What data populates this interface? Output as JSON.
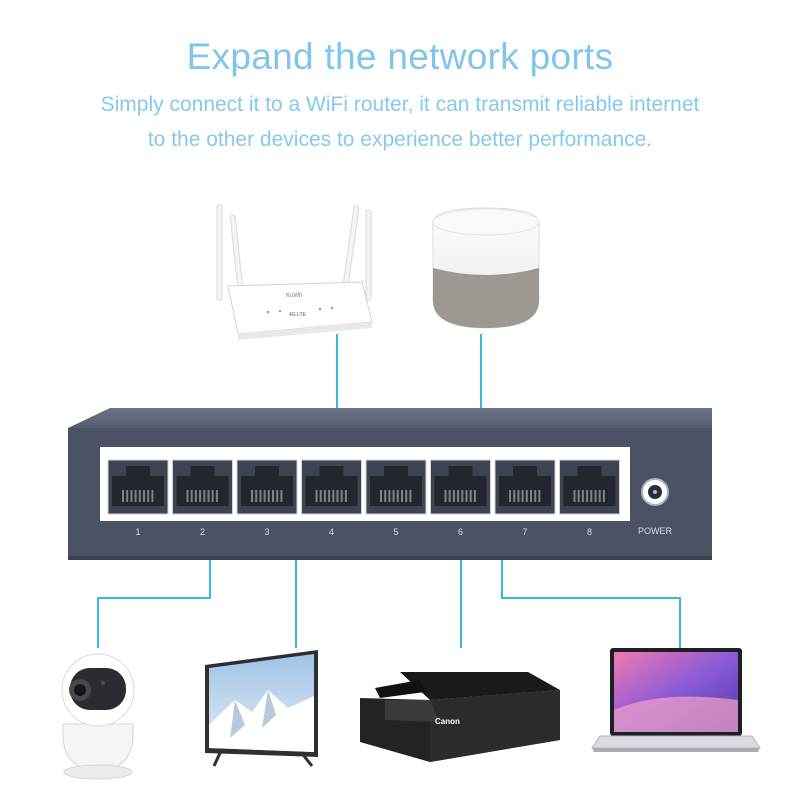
{
  "header": {
    "title": "Expand the network ports",
    "subtitle_line1": "Simply connect it to a WiFi router,  it can transmit reliable internet",
    "subtitle_line2": "to the other devices to experience better performance."
  },
  "switch": {
    "ports": [
      "1",
      "2",
      "3",
      "4",
      "5",
      "6",
      "7",
      "8"
    ],
    "power_label": "POWER"
  },
  "router": {
    "brand": "KuWfi",
    "badge": "4G LTE"
  },
  "printer": {
    "brand": "Canon"
  },
  "colors": {
    "accent": "#7fc6ea",
    "cable": "#3bb9d8",
    "switch_body": "#4a5264"
  },
  "devices": {
    "top": [
      "router-icon",
      "smart-speaker-icon"
    ],
    "bottom": [
      "security-camera-icon",
      "tv-icon",
      "printer-icon",
      "laptop-icon"
    ]
  }
}
